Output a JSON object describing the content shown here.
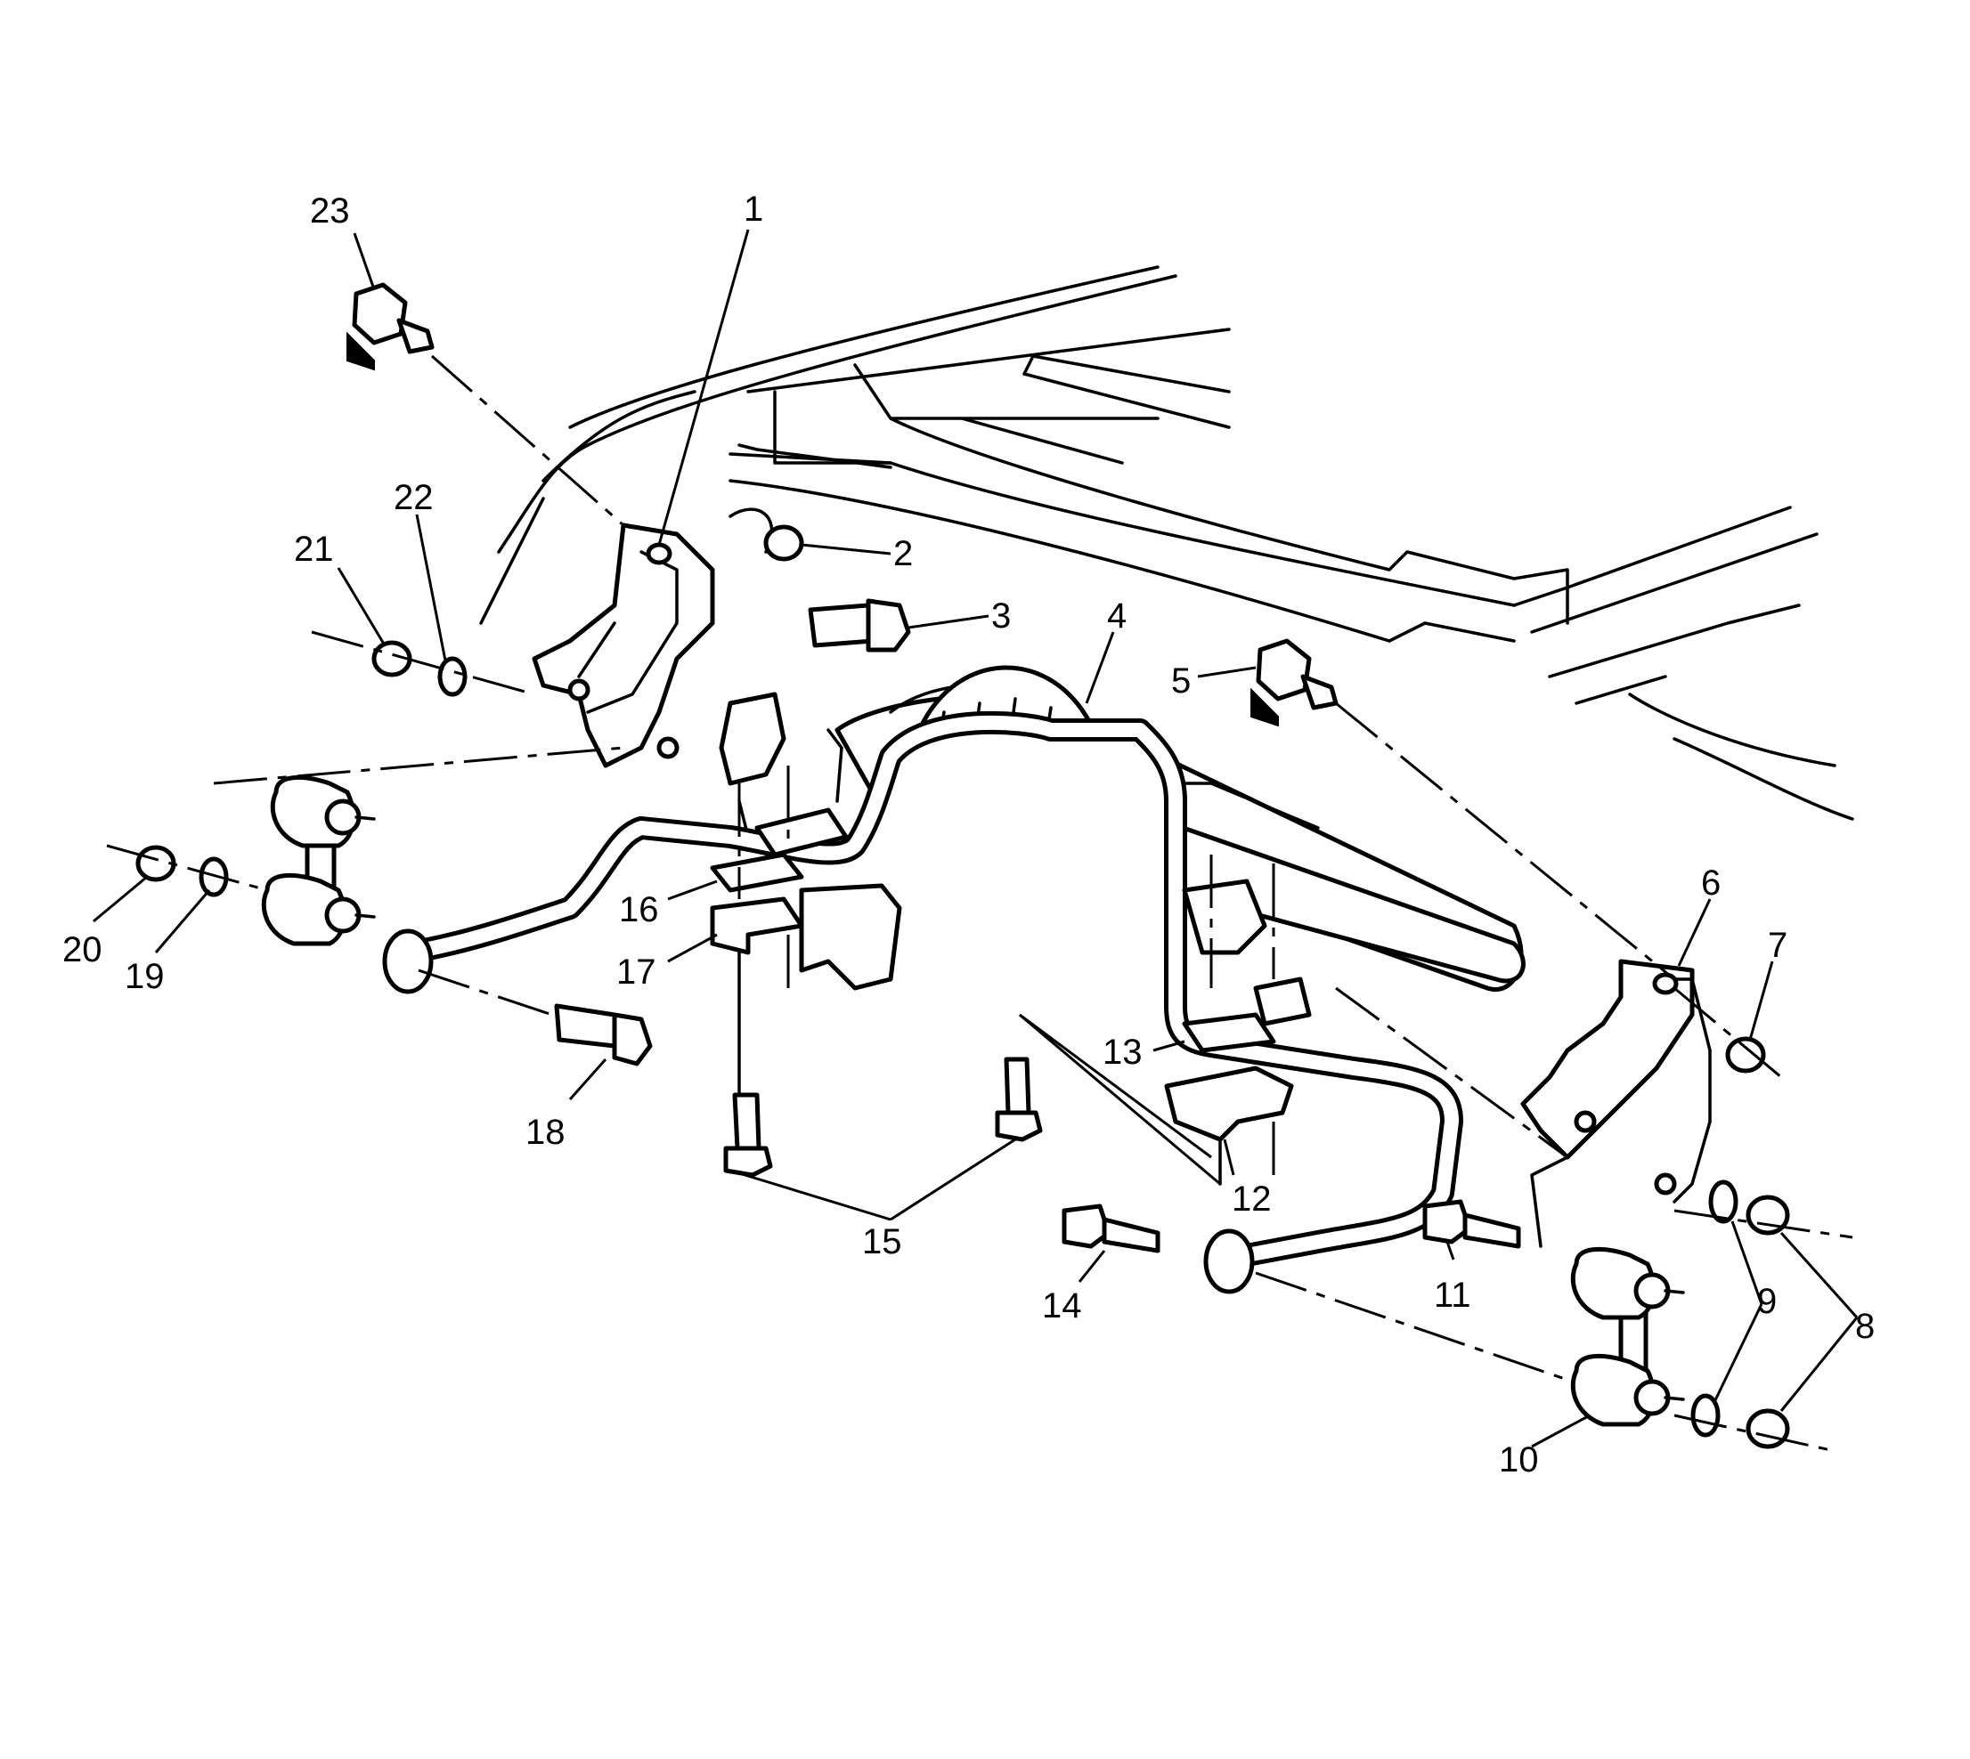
{
  "callouts": [
    {
      "id": "23",
      "text": "23"
    },
    {
      "id": "1",
      "text": "1"
    },
    {
      "id": "2",
      "text": "2"
    },
    {
      "id": "3",
      "text": "3"
    },
    {
      "id": "4",
      "text": "4"
    },
    {
      "id": "5",
      "text": "5"
    },
    {
      "id": "6",
      "text": "6"
    },
    {
      "id": "7",
      "text": "7"
    },
    {
      "id": "8",
      "text": "8"
    },
    {
      "id": "9",
      "text": "9"
    },
    {
      "id": "10",
      "text": "10"
    },
    {
      "id": "11",
      "text": "11"
    },
    {
      "id": "12",
      "text": "12"
    },
    {
      "id": "13",
      "text": "13"
    },
    {
      "id": "14",
      "text": "14"
    },
    {
      "id": "15",
      "text": "15"
    },
    {
      "id": "16",
      "text": "16"
    },
    {
      "id": "17",
      "text": "17"
    },
    {
      "id": "18",
      "text": "18"
    },
    {
      "id": "19",
      "text": "19"
    },
    {
      "id": "20",
      "text": "20"
    },
    {
      "id": "21",
      "text": "21"
    },
    {
      "id": "22",
      "text": "22"
    }
  ]
}
